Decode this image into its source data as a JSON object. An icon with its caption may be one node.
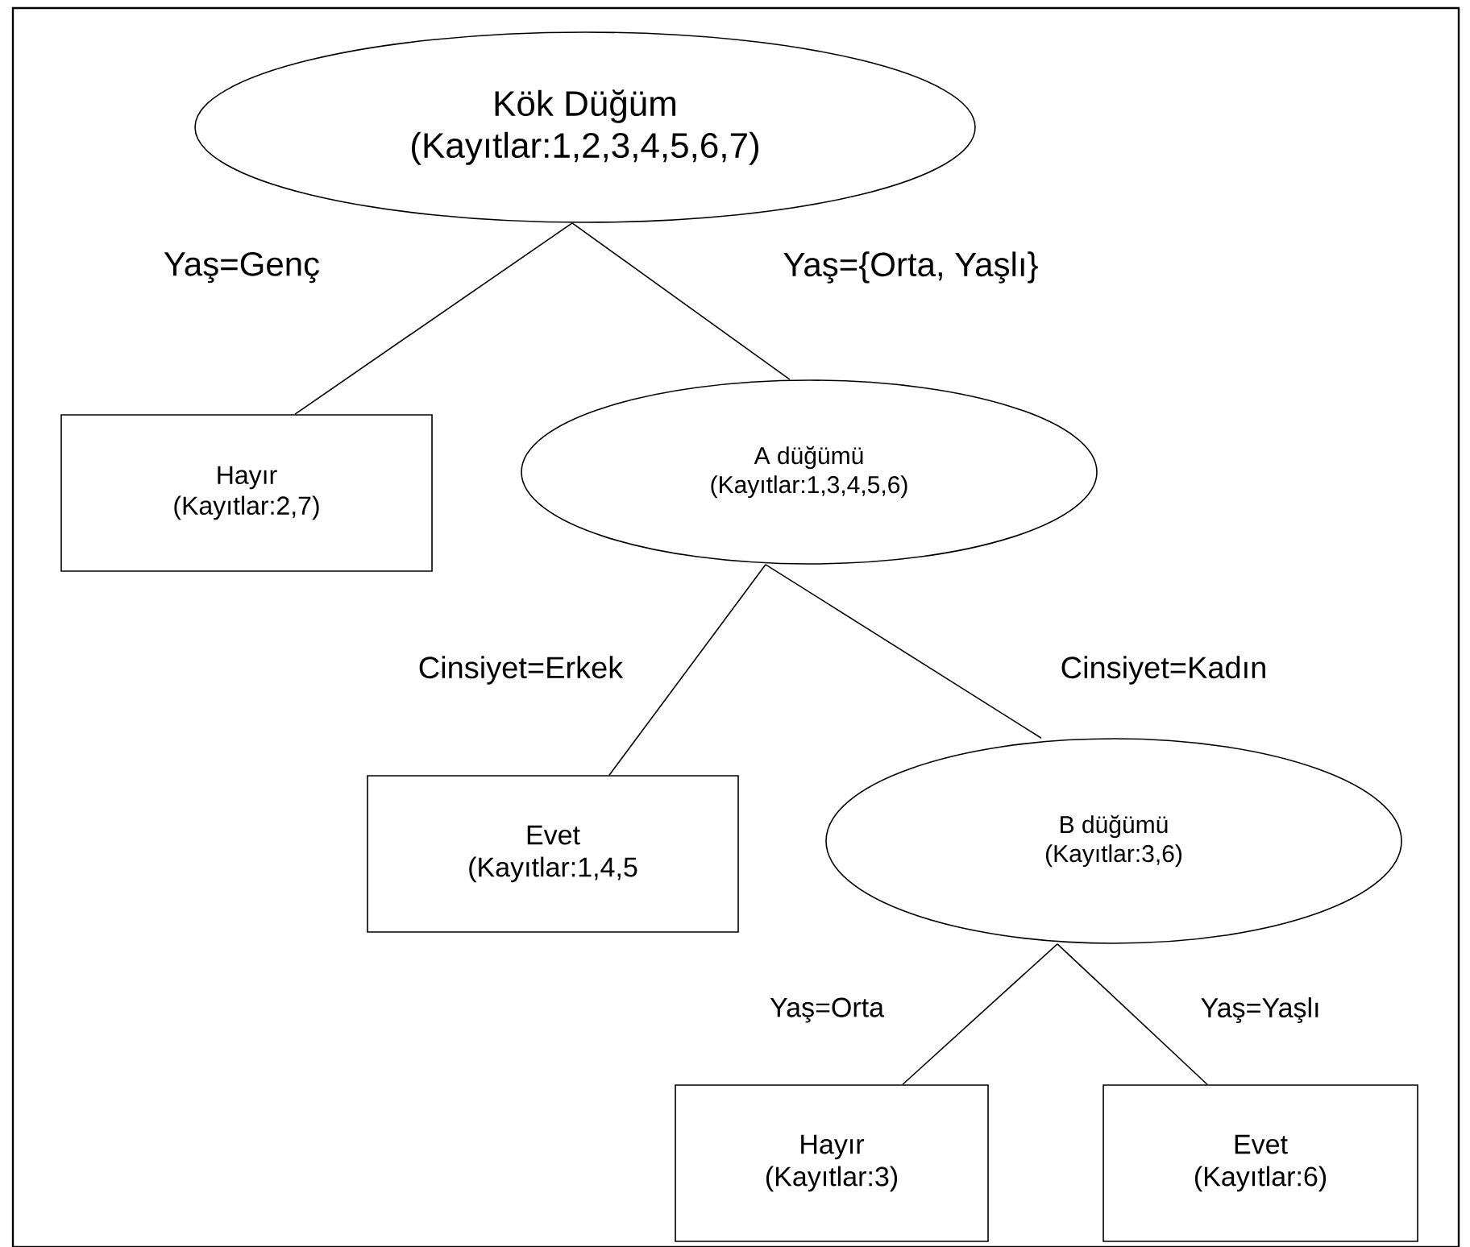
{
  "diagram": {
    "nodes": [
      {
        "text": [
          "Kök Düğüm",
          "(Kayıtlar:1,2,3,4,5,6,7)"
        ]
      },
      {
        "text": [
          "Hayır",
          "(Kayıtlar:2,7)"
        ]
      },
      {
        "text": [
          "A düğümü",
          "(Kayıtlar:1,3,4,5,6)"
        ]
      },
      {
        "text": [
          "Evet",
          "(Kayıtlar:1,4,5"
        ]
      },
      {
        "text": [
          "B düğümü",
          "(Kayıtlar:3,6)"
        ]
      },
      {
        "text": [
          "Hayır",
          "(Kayıtlar:3)"
        ]
      },
      {
        "text": [
          "Evet",
          "(Kayıtlar:6)"
        ]
      }
    ],
    "edges": [
      {
        "from": 0,
        "to": 1,
        "arrow": "none",
        "label": "Yaş=Genç"
      },
      {
        "from": 0,
        "to": 2,
        "arrow": "none",
        "label": "Yaş={Orta, Yaşlı}"
      },
      {
        "from": 2,
        "to": 3,
        "arrow": "none",
        "label": "Cinsiyet=Erkek"
      },
      {
        "from": 2,
        "to": 4,
        "arrow": "none",
        "label": "Cinsiyet=Kadın"
      },
      {
        "from": 4,
        "to": 5,
        "arrow": "none",
        "label": "Yaş=Orta"
      },
      {
        "from": 4,
        "to": 6,
        "arrow": "none",
        "label": "Yaş=Yaşlı"
      }
    ]
  }
}
